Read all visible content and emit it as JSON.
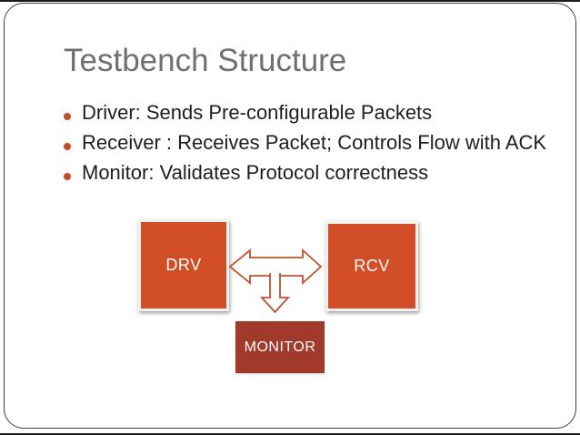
{
  "slide": {
    "title": "Testbench Structure",
    "bullets": [
      "Driver: Sends Pre-configurable Packets",
      "Receiver : Receives Packet; Controls Flow with ACK",
      "Monitor: Validates Protocol correctness"
    ],
    "diagram": {
      "drv_label": "DRV",
      "rcv_label": "RCV",
      "monitor_label": "MONITOR",
      "connector_horizontal": "bidirectional-arrow between DRV and RCV",
      "connector_vertical": "down-arrow to MONITOR"
    },
    "colors": {
      "box_orange": "#d24e26",
      "monitor_red": "#a23a2b",
      "arrow_outline": "#bc5430",
      "bullet_dot": "#c84b27",
      "title_gray": "#6f6f6f",
      "body_text": "#1e1e1e",
      "frame_border": "#3f3f3f"
    }
  }
}
